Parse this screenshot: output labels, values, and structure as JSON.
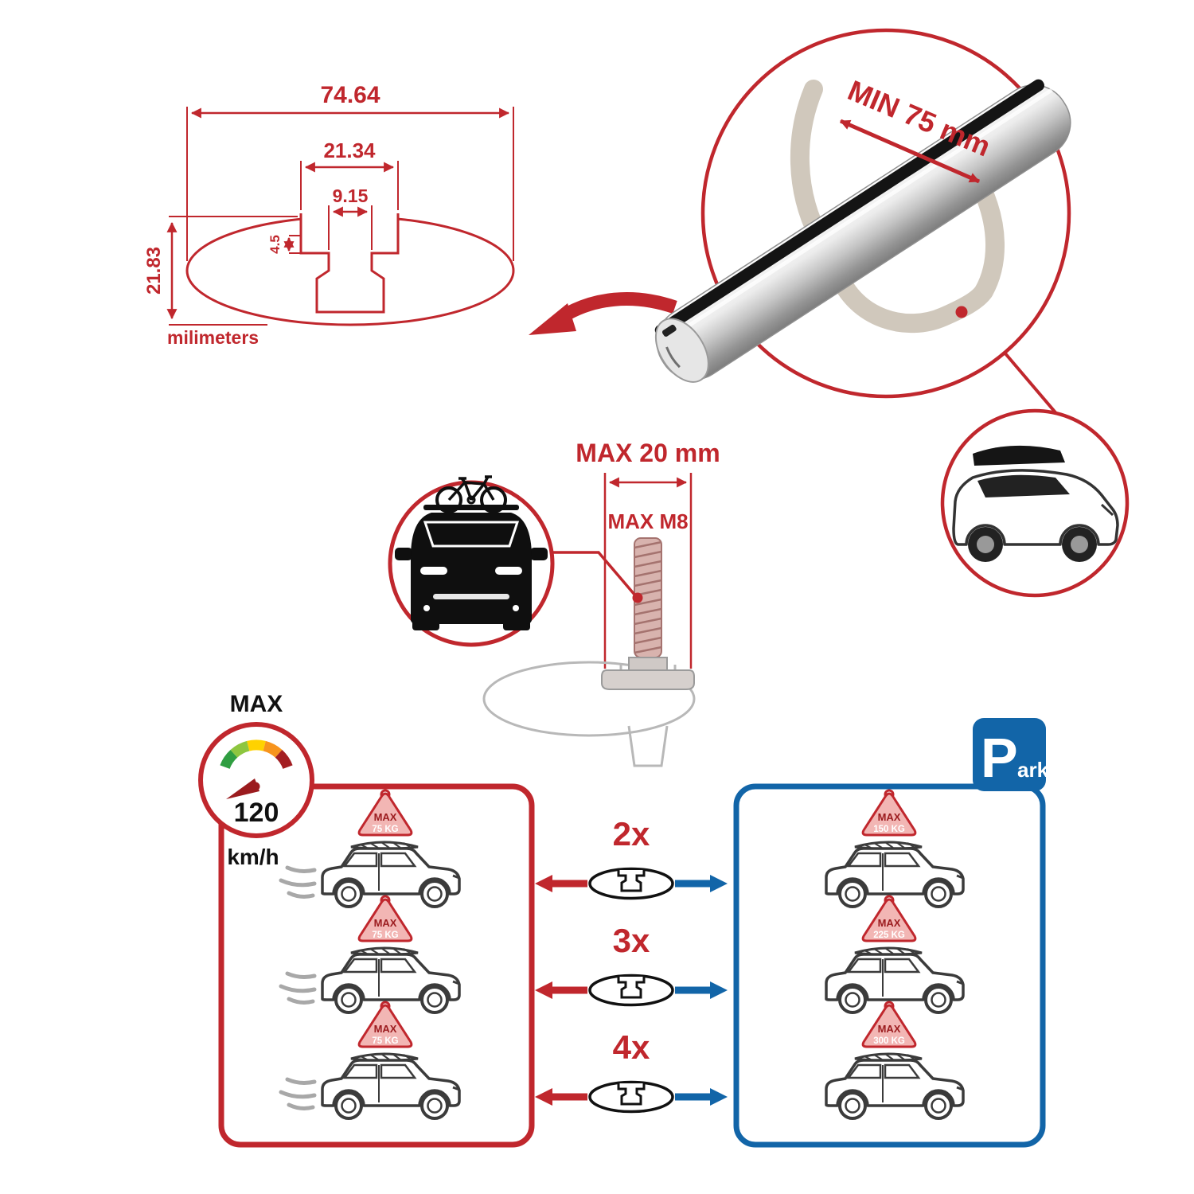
{
  "colors": {
    "accent_red": "#c0272d",
    "accent_blue": "#1265a8",
    "sign_fill": "#f2b6b4",
    "gray_strap": "#d0c8bc"
  },
  "cross_section": {
    "width_total": "74.64",
    "slot_outer": "21.34",
    "slot_inner": "9.15",
    "slot_depth": "4.5",
    "height_total": "21.83",
    "units": "milimeters"
  },
  "bar_detail": {
    "min_span": "MIN 75 mm"
  },
  "bolt": {
    "max_diameter": "MAX 20 mm",
    "max_thread": "MAX M8"
  },
  "speed": {
    "label": "MAX",
    "value": "120",
    "units": "km/h"
  },
  "parking": {
    "letter": "P",
    "suffix": "ark"
  },
  "counts": [
    "2x",
    "3x",
    "4x"
  ],
  "driving_cars": [
    {
      "title": "MAX",
      "weight": "75 KG"
    },
    {
      "title": "MAX",
      "weight": "75 KG"
    },
    {
      "title": "MAX",
      "weight": "75 KG"
    }
  ],
  "parked_cars": [
    {
      "title": "MAX",
      "weight": "150 KG"
    },
    {
      "title": "MAX",
      "weight": "225 KG"
    },
    {
      "title": "MAX",
      "weight": "300 KG"
    }
  ]
}
